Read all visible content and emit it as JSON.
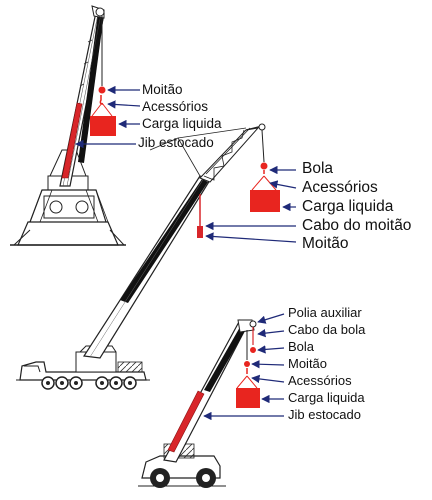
{
  "crane_1": {
    "labels": [
      "Moitão",
      "Acessórios",
      "Carga liquida",
      "Jib estocado"
    ]
  },
  "crane_2": {
    "labels": [
      "Bola",
      "Acessórios",
      "Carga liquida",
      "Cabo do moitão",
      "Moitão"
    ]
  },
  "crane_3": {
    "labels": [
      "Polia auxiliar",
      "Cabo da bola",
      "Bola",
      "Moitão",
      "Acessórios",
      "Carga liquida",
      "Jib estocado"
    ]
  },
  "colors": {
    "load": "#e8251f",
    "hook": "#e8251f",
    "arrow": "#1f2a78",
    "structure": "#222222",
    "boom_dark": "#0d0d0d",
    "jib_stowed": "#d8262a"
  }
}
